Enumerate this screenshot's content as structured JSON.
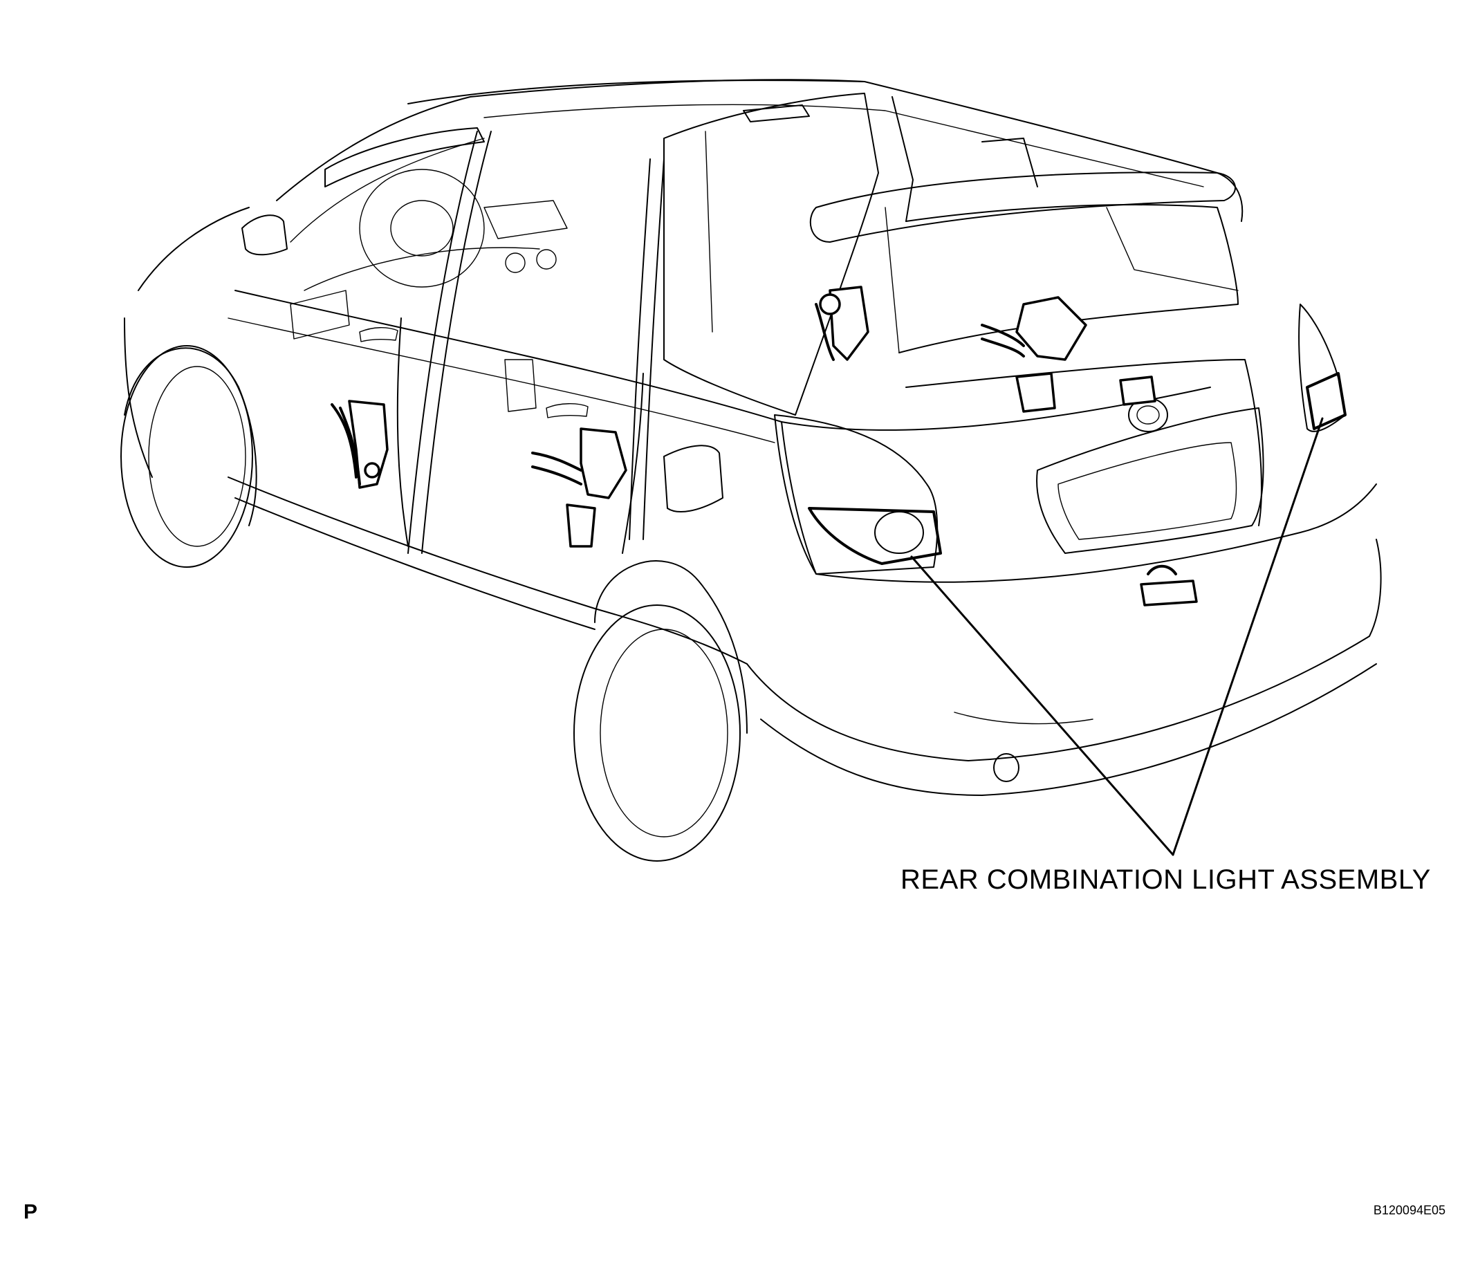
{
  "diagram": {
    "callout_label": "REAR COMBINATION LIGHT ASSEMBLY",
    "corner_mark": "P",
    "figure_code": "B120094E05"
  }
}
